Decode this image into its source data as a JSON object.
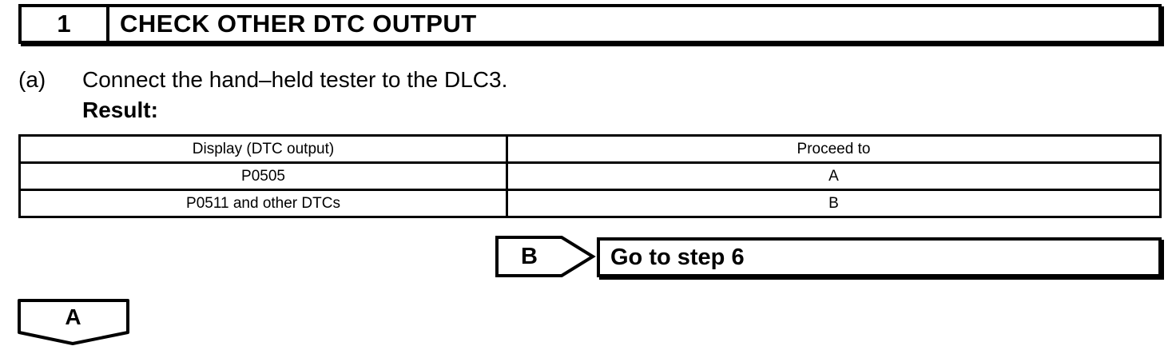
{
  "step": {
    "number": "1",
    "title": "CHECK OTHER DTC OUTPUT"
  },
  "instruction": {
    "marker": "(a)",
    "text": "Connect the hand–held tester to the DLC3."
  },
  "result_label": "Result:",
  "result_table": {
    "headers": [
      "Display (DTC output)",
      "Proceed to"
    ],
    "rows": [
      [
        "P0505",
        "A"
      ],
      [
        "P0511 and other DTCs",
        "B"
      ]
    ]
  },
  "branch": {
    "label": "B",
    "action": "Go to step 6"
  },
  "connector": {
    "label": "A"
  },
  "colors": {
    "ink": "#000000",
    "paper": "#ffffff"
  }
}
